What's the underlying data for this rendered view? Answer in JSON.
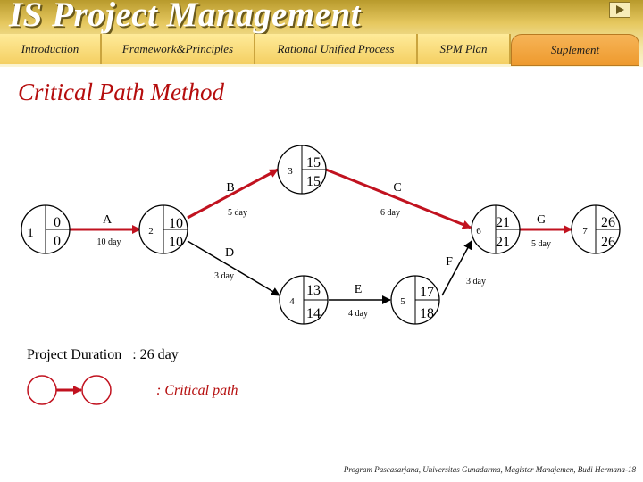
{
  "header": {
    "title": "IS Project Management",
    "tabs": [
      {
        "label": "Introduction"
      },
      {
        "label": "Framework&Principles"
      },
      {
        "label": "Rational Unified Process"
      },
      {
        "label": "SPM Plan"
      },
      {
        "label": "Suplement"
      }
    ]
  },
  "slide": {
    "title": "Critical Path Method",
    "duration_text": "Project Duration   : 26 day",
    "legend_text": ": Critical path",
    "footer": "Program Pascasarjana, Universitas Gunadarma,  Magister Manajemen,  Budi Hermana-18"
  },
  "diagram": {
    "nodes": [
      {
        "id": "1",
        "es": "0",
        "lf": "0"
      },
      {
        "id": "2",
        "es": "10",
        "lf": "10"
      },
      {
        "id": "3",
        "es": "15",
        "lf": "15"
      },
      {
        "id": "4",
        "es": "13",
        "lf": "14"
      },
      {
        "id": "5",
        "es": "17",
        "lf": "18"
      },
      {
        "id": "6",
        "es": "21",
        "lf": "21"
      },
      {
        "id": "7",
        "es": "26",
        "lf": "26"
      }
    ],
    "activities": [
      {
        "name": "A",
        "duration": "10 day",
        "from": "1",
        "to": "2",
        "critical": true
      },
      {
        "name": "B",
        "duration": "5 day",
        "from": "2",
        "to": "3",
        "critical": true
      },
      {
        "name": "C",
        "duration": "6 day",
        "from": "3",
        "to": "6",
        "critical": true
      },
      {
        "name": "D",
        "duration": "3 day",
        "from": "2",
        "to": "4",
        "critical": false
      },
      {
        "name": "E",
        "duration": "4 day",
        "from": "4",
        "to": "5",
        "critical": false
      },
      {
        "name": "F",
        "duration": "3 day",
        "from": "5",
        "to": "6",
        "critical": false
      },
      {
        "name": "G",
        "duration": "5 day",
        "from": "6",
        "to": "7",
        "critical": true
      }
    ],
    "colors": {
      "critical": "#c1121f",
      "normal": "#000000"
    }
  }
}
